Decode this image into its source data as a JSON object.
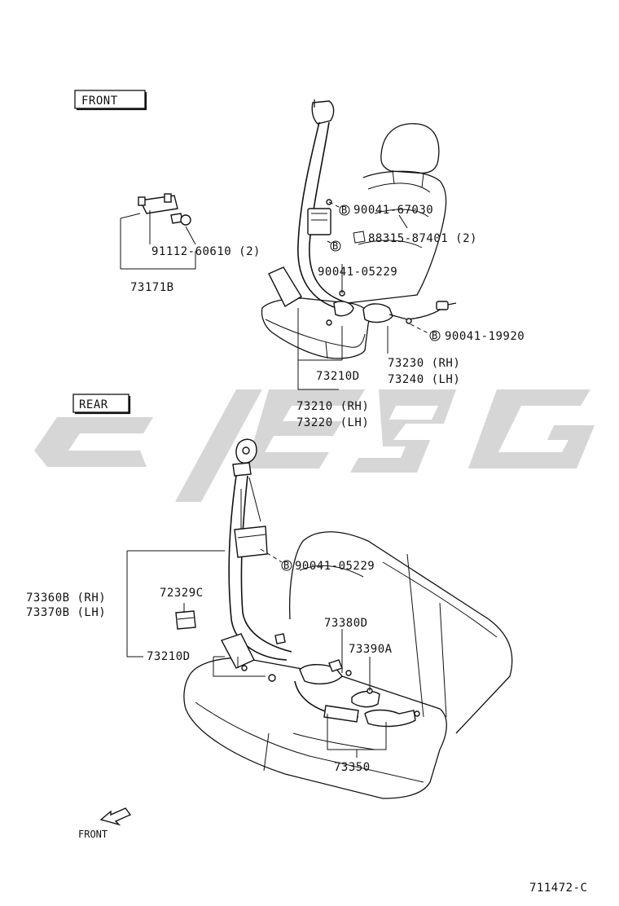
{
  "sections": {
    "front": "FRONT",
    "rear": "REAR"
  },
  "front_callouts": {
    "bolt_1": "90041-67030",
    "clip": "88315-87401 (2)",
    "bolt_2": "90041-05229",
    "bolt_3": "90041-19920",
    "screw": "91112-60610 (2)",
    "bracket": "73171B",
    "anchor": "73210D",
    "belt_rh": "73210 (RH)",
    "belt_lh": "73220 (LH)",
    "buckle_rh": "73230 (RH)",
    "buckle_lh": "73240 (LH)"
  },
  "rear_callouts": {
    "bolt": "90041-05229",
    "belt_rh": "73360B (RH)",
    "belt_lh": "73370B (LH)",
    "cover": "72329C",
    "anchor": "73210D",
    "buckle_a": "73380D",
    "buckle_b": "73390A",
    "center_belt": "73350"
  },
  "bolt_symbol": "B",
  "front_arrow_label": "FRONT",
  "diagram_id": "711472-C",
  "watermark": {
    "color": "#d2d2d2"
  }
}
